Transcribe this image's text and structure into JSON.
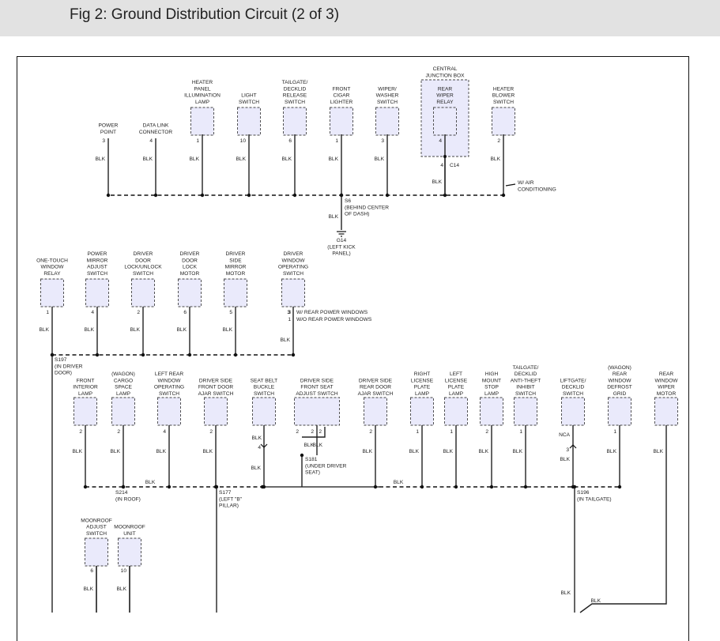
{
  "header": {
    "title": "Fig 2: Ground Distribution Circuit (2 of 3)"
  },
  "wire_color": "BLK",
  "components": [
    {
      "id": "power-point",
      "lines": [
        "POWER",
        "POINT"
      ],
      "pin": "3",
      "box": false
    },
    {
      "id": "data-link-connector",
      "lines": [
        "DATA LINK",
        "CONNECTOR"
      ],
      "pin": "4",
      "box": false
    },
    {
      "id": "heater-panel-illumination-lamp",
      "lines": [
        "HEATER",
        "PANEL",
        "ILLUMINATION",
        "LAMP"
      ],
      "pin": "1",
      "box": true
    },
    {
      "id": "light-switch",
      "lines": [
        "LIGHT",
        "SWITCH"
      ],
      "pin": "10",
      "box": true
    },
    {
      "id": "tailgate-decklid-release-switch",
      "lines": [
        "TAILGATE/",
        "DECKLID",
        "RELEASE",
        "SWITCH"
      ],
      "pin": "6",
      "box": true
    },
    {
      "id": "front-cigar-lighter",
      "lines": [
        "FRONT",
        "CIGAR",
        "LIGHTER"
      ],
      "pin": "1",
      "box": true
    },
    {
      "id": "wiper-washer-switch",
      "lines": [
        "WIPER/",
        "WASHER",
        "SWITCH"
      ],
      "pin": "3",
      "box": true
    },
    {
      "id": "rear-wiper-relay",
      "lines": [
        "REAR",
        "WIPER",
        "RELAY"
      ],
      "pin": "4",
      "box": true
    },
    {
      "id": "heater-blower-switch",
      "lines": [
        "HEATER",
        "BLOWER",
        "SWITCH"
      ],
      "pin": "2",
      "box": true
    },
    {
      "id": "one-touch-window-relay",
      "lines": [
        "ONE-TOUCH",
        "WINDOW",
        "RELAY"
      ],
      "pin": "1",
      "box": true
    },
    {
      "id": "power-mirror-adjust-switch",
      "lines": [
        "POWER",
        "MIRROR",
        "ADJUST",
        "SWITCH"
      ],
      "pin": "4",
      "box": true
    },
    {
      "id": "driver-door-lock-unlock-switch",
      "lines": [
        "DRIVER",
        "DOOR",
        "LOCK/UNLOCK",
        "SWITCH"
      ],
      "pin": "2",
      "box": true
    },
    {
      "id": "driver-door-lock-motor",
      "lines": [
        "DRIVER",
        "DOOR",
        "LOCK",
        "MOTOR"
      ],
      "pin": "6",
      "box": true
    },
    {
      "id": "driver-side-mirror-motor",
      "lines": [
        "DRIVER",
        "SIDE",
        "MIRROR",
        "MOTOR"
      ],
      "pin": "5",
      "box": true
    },
    {
      "id": "driver-window-operating-switch",
      "lines": [
        "DRIVER",
        "WINDOW",
        "OPERATING",
        "SWITCH"
      ],
      "pin": "3",
      "box": true
    },
    {
      "id": "front-interior-lamp",
      "lines": [
        "FRONT",
        "INTERIOR",
        "LAMP"
      ],
      "pin": "2",
      "box": true
    },
    {
      "id": "wagon-cargo-space-lamp",
      "lines": [
        "(WAGON)",
        "CARGO",
        "SPACE",
        "LAMP"
      ],
      "pin": "2",
      "box": true
    },
    {
      "id": "left-rear-window-operating-switch",
      "lines": [
        "LEFT REAR",
        "WINDOW",
        "OPERATING",
        "SWITCH"
      ],
      "pin": "4",
      "box": true
    },
    {
      "id": "driver-side-front-door-ajar-switch",
      "lines": [
        "DRIVER SIDE",
        "FRONT DOOR",
        "AJAR SWITCH"
      ],
      "pin": "2",
      "box": true
    },
    {
      "id": "seat-belt-buckle-switch",
      "lines": [
        "SEAT BELT",
        "BUCKLE",
        "SWITCH"
      ],
      "pin": "4",
      "box": true
    },
    {
      "id": "driver-side-front-seat-adjust-switch",
      "lines": [
        "DRIVER SIDE",
        "FRONT SEAT",
        "ADJUST SWITCH"
      ],
      "pin": "2",
      "box": true
    },
    {
      "id": "driver-side-rear-door-ajar-switch",
      "lines": [
        "DRIVER SIDE",
        "REAR DOOR",
        "AJAR SWITCH"
      ],
      "pin": "2",
      "box": true
    },
    {
      "id": "right-license-plate-lamp",
      "lines": [
        "RIGHT",
        "LICENSE",
        "PLATE",
        "LAMP"
      ],
      "pin": "1",
      "box": true
    },
    {
      "id": "left-license-plate-lamp",
      "lines": [
        "LEFT",
        "LICENSE",
        "PLATE",
        "LAMP"
      ],
      "pin": "1",
      "box": true
    },
    {
      "id": "high-mount-stop-lamp",
      "lines": [
        "HIGH",
        "MOUNT",
        "STOP",
        "LAMP"
      ],
      "pin": "2",
      "box": true
    },
    {
      "id": "tailgate-decklid-anti-theft-inhibit-switch",
      "lines": [
        "TAILGATE/",
        "DECKLID",
        "ANTI-THEFT",
        "INHIBIT",
        "SWITCH"
      ],
      "pin": "1",
      "box": true
    },
    {
      "id": "liftgate-decklid-switch",
      "lines": [
        "LIFTGATE/",
        "DECKLID",
        "SWITCH"
      ],
      "pin": "",
      "box": true
    },
    {
      "id": "wagon-rear-window-defrost-grid",
      "lines": [
        "(WAGON)",
        "REAR",
        "WINDOW",
        "DEFROST",
        "GRID"
      ],
      "pin": "1",
      "box": true
    },
    {
      "id": "rear-window-wiper-motor",
      "lines": [
        "REAR",
        "WINDOW",
        "WIPER",
        "MOTOR"
      ],
      "pin": "",
      "box": true
    },
    {
      "id": "moonroof-adjust-switch",
      "lines": [
        "MOONROOF",
        "ADJUST",
        "SWITCH"
      ],
      "pin": "6",
      "box": true
    },
    {
      "id": "moonroof-unit",
      "lines": [
        "MOONROOF",
        "UNIT"
      ],
      "pin": "10",
      "box": true
    }
  ],
  "notes": {
    "central_junction_box": [
      "CENTRAL",
      "JUNCTION BOX"
    ],
    "c14_pin": "4",
    "c14": "C14",
    "air_conditioning": [
      "W/ AIR",
      "CONDITIONING"
    ],
    "s6": [
      "S6",
      "(BEHIND CENTER",
      "OF DASH)"
    ],
    "g14": [
      "G14",
      "(LEFT KICK",
      "PANEL)"
    ],
    "rear_power_windows": [
      "W/ REAR POWER WINDOWS",
      "W/O REAR POWER WINDOWS"
    ],
    "rear_power_pins": [
      "3",
      "1"
    ],
    "s197": [
      "S197",
      "(IN DRIVER",
      "DOOR)"
    ],
    "s214": [
      "S214",
      "(IN ROOF)"
    ],
    "s177": [
      "S177",
      "(LEFT \"B\"",
      "PILLAR)"
    ],
    "s181": [
      "S181",
      "(UNDER DRIVER",
      "SEAT)"
    ],
    "s196": [
      "S196",
      "(IN TAILGATE)"
    ],
    "seat_adjust_pins": [
      "2",
      "2"
    ],
    "nca": "NCA",
    "liftgate_pin": "3"
  }
}
